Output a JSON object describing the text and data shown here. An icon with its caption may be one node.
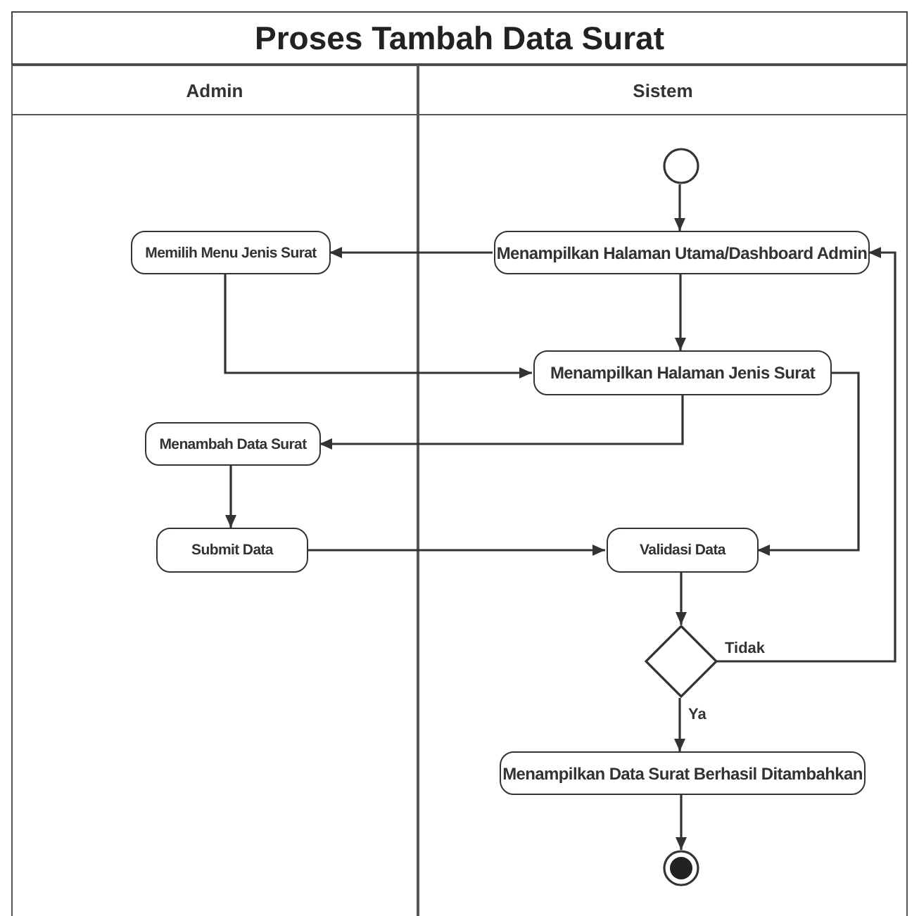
{
  "diagram": {
    "title": "Proses Tambah Data Surat",
    "nodes": [
      {
        "text": [
          "Admin"
        ]
      },
      {
        "text": [
          "Sistem"
        ]
      },
      {
        "text": [],
        "shape": "circle",
        "in": 1
      },
      {
        "text": [
          "Menampilkan Halaman Utama/Dashboard Admin"
        ],
        "in": 1
      },
      {
        "text": [
          "Memilih Menu Jenis Surat"
        ],
        "in": 0
      },
      {
        "text": [
          "Menampilkan Halaman Jenis Surat"
        ],
        "in": 1
      },
      {
        "text": [
          "Menambah Data Surat"
        ],
        "in": 0
      },
      {
        "text": [
          "Submit Data"
        ],
        "in": 0
      },
      {
        "text": [
          "Validasi Data"
        ],
        "in": 1
      },
      {
        "text": [],
        "shape": "diamond",
        "in": 1
      },
      {
        "text": [
          "Menampilkan Data Surat Berhasil Ditambahkan"
        ],
        "in": 1
      },
      {
        "text": [],
        "shape": "circle",
        "in": 1
      }
    ],
    "edges": [
      {
        "from": 2,
        "to": 3,
        "arrow": "to"
      },
      {
        "from": 3,
        "to": 4,
        "arrow": "to"
      },
      {
        "from": 3,
        "to": 5,
        "arrow": "to"
      },
      {
        "from": 4,
        "to": 5,
        "arrow": "to"
      },
      {
        "from": 5,
        "to": 6,
        "arrow": "to"
      },
      {
        "from": 6,
        "to": 7,
        "arrow": "to"
      },
      {
        "from": 7,
        "to": 8,
        "arrow": "to"
      },
      {
        "from": 5,
        "to": 8,
        "arrow": "to"
      },
      {
        "from": 8,
        "to": 9,
        "arrow": "to"
      },
      {
        "from": 9,
        "to": 3,
        "arrow": "to",
        "label": "Tidak"
      },
      {
        "from": 9,
        "to": 10,
        "arrow": "to",
        "label": "Ya"
      },
      {
        "from": 10,
        "to": 11,
        "arrow": "to"
      }
    ]
  }
}
